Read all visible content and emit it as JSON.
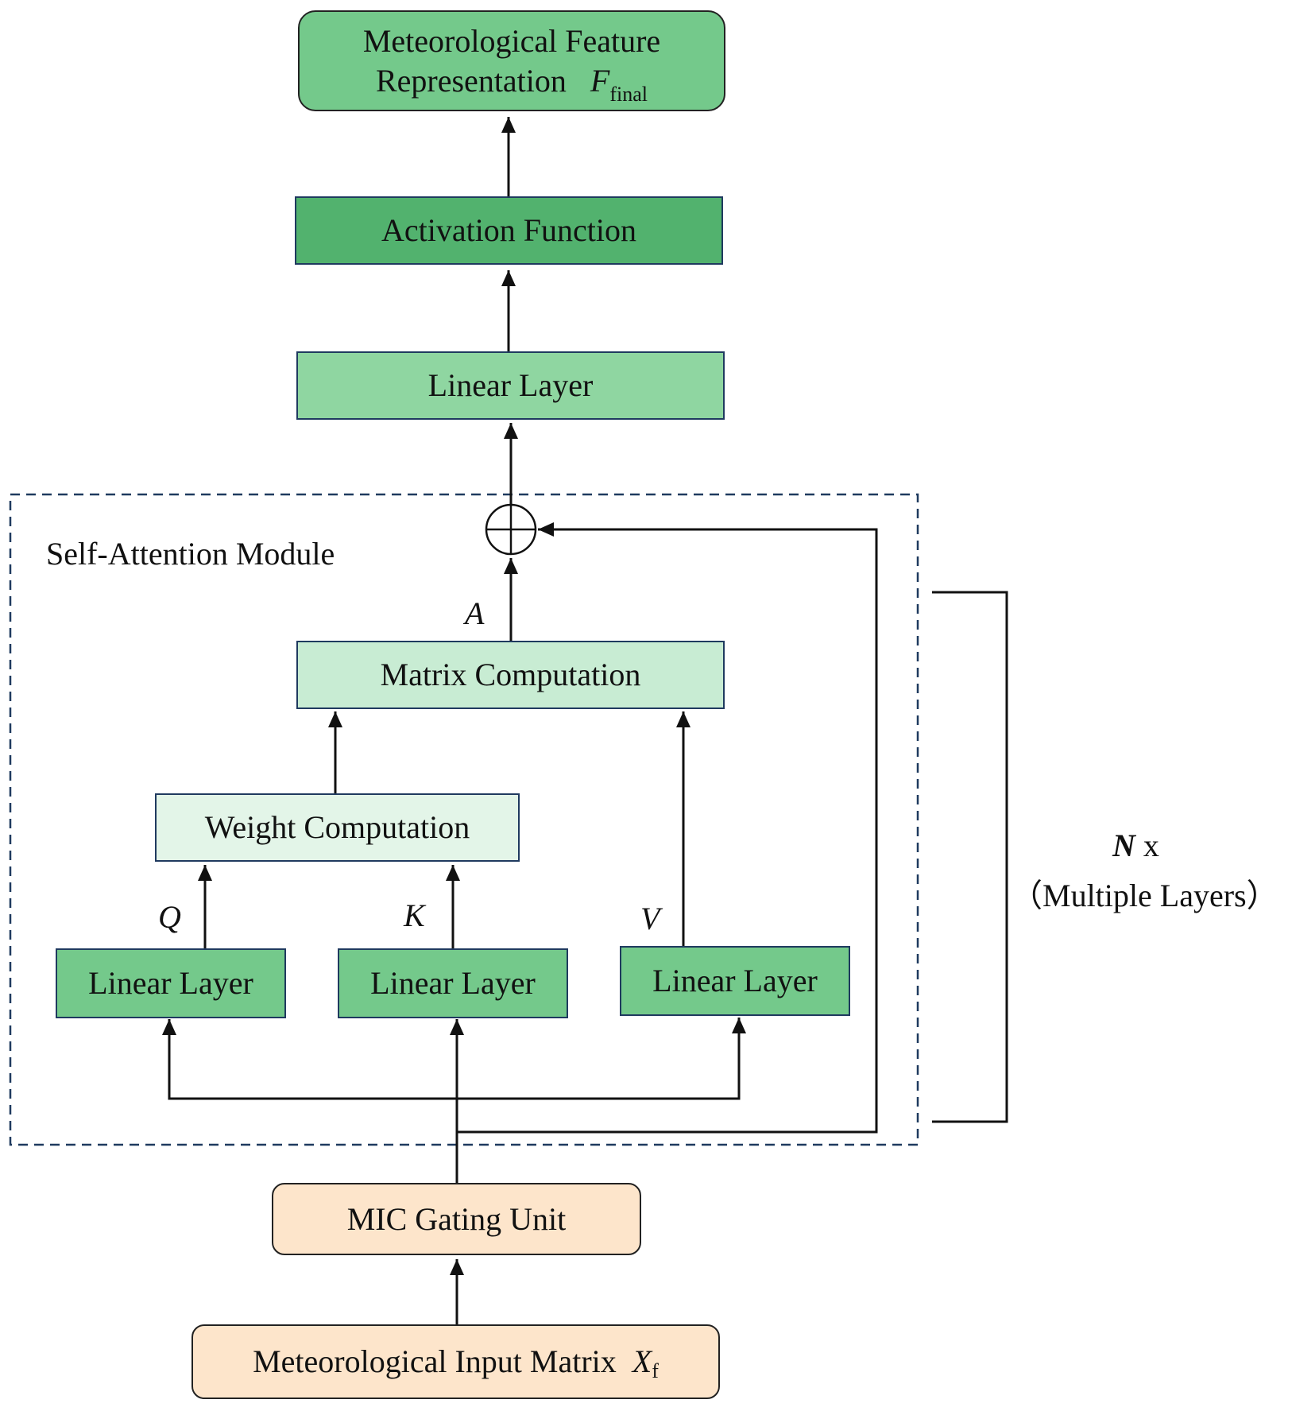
{
  "output_box": {
    "line1": "Meteorological Feature",
    "line2": "Representation",
    "symbol": "F",
    "symbol_sub": "final"
  },
  "activation_box": {
    "label": "Activation Function"
  },
  "top_linear_box": {
    "label": "Linear Layer"
  },
  "module": {
    "label": "Self-Attention Module"
  },
  "matrix_box": {
    "label": "Matrix Computation"
  },
  "weight_box": {
    "label": "Weight Computation"
  },
  "linear_q": {
    "label": "Linear Layer"
  },
  "linear_k": {
    "label": "Linear Layer"
  },
  "linear_v": {
    "label": "Linear Layer"
  },
  "symbols": {
    "q": "Q",
    "k": "K",
    "v": "V",
    "a": "A"
  },
  "repeat": {
    "n": "N",
    "x": " x",
    "note": "（Multiple Layers）"
  },
  "gating_box": {
    "label": "MIC Gating Unit"
  },
  "input_box": {
    "label": "Meteorological Input Matrix",
    "symbol": "X",
    "symbol_sub": "f"
  },
  "colors": {
    "green_mid": "#74c98b",
    "green_dark": "#52b26e",
    "green_light": "#8fd6a1",
    "green_pale": "#c8ecd3",
    "green_paler": "#e3f5e8",
    "peach": "#fde5cb",
    "dashed_border": "#1f3a5f"
  }
}
